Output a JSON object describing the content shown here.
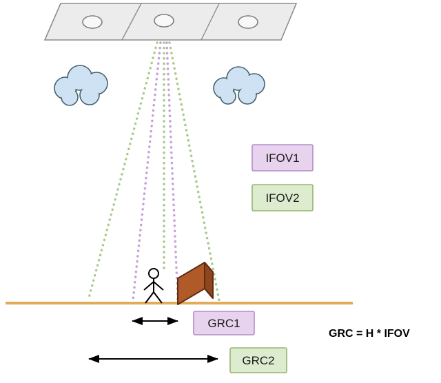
{
  "labels": {
    "ifov1": "IFOV1",
    "ifov2": "IFOV2",
    "grc1": "GRC1",
    "grc2": "GRC2",
    "formula": "GRC = H * IFOV"
  },
  "colors": {
    "ifov1_fill": "#e8d3ee",
    "ifov1_border": "#b38cc9",
    "ifov2_fill": "#ddebce",
    "ifov2_border": "#94b66f",
    "cone_inner": "#c79fd8",
    "cone_outer": "#a9c98a",
    "ground": "#e3aa58",
    "sensor_fill": "#ececec",
    "sensor_border": "#8c8c8c",
    "cloud_fill": "#cfe2f3",
    "cloud_border": "#45606f",
    "brick_front": "#b05a2a",
    "brick_side": "#8f451d",
    "brick_border": "#5f2d10"
  }
}
